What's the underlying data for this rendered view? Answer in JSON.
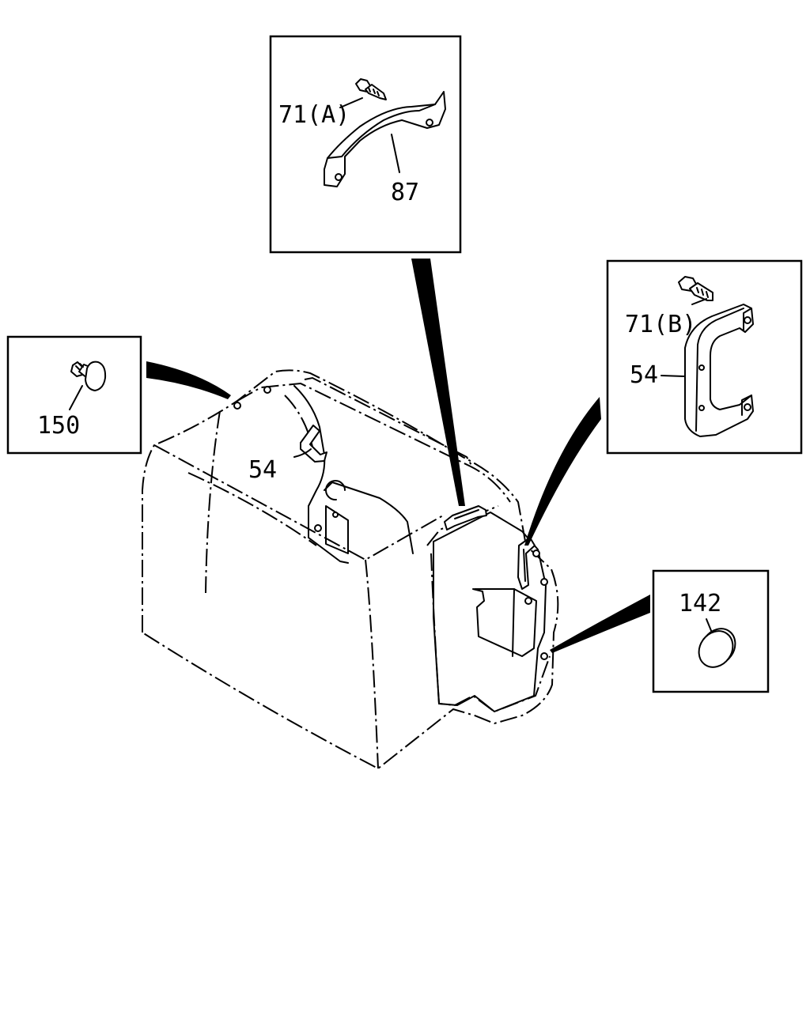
{
  "diagram": {
    "callouts": {
      "top": {
        "screw_label": "71(A)",
        "handle_label": "87"
      },
      "right": {
        "bolt_label": "71(B)",
        "handle_label": "54"
      },
      "left": {
        "clip_label": "150"
      },
      "bottom_right": {
        "plug_label": "142"
      }
    },
    "body": {
      "handle_label": "54"
    },
    "colors": {
      "line": "#000000",
      "background": "#ffffff"
    }
  }
}
